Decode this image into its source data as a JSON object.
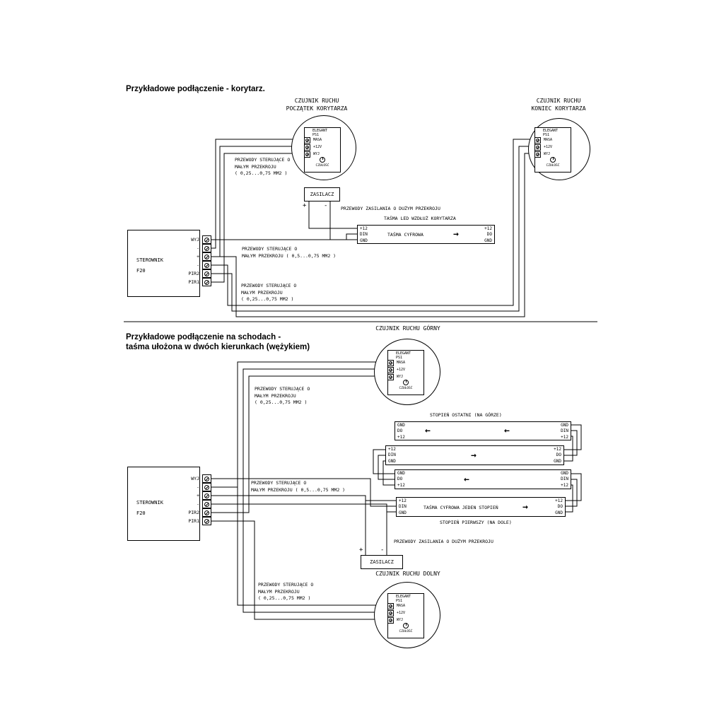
{
  "page": {
    "background": "#ffffff",
    "ink": "#000000"
  },
  "section_top": {
    "title": "Przykładowe podłączenie - korytarz.",
    "sensor_start": {
      "line1": "CZUJNIK RUCHU",
      "line2": "POCZĄTEK KORYTARZA"
    },
    "sensor_end": {
      "line1": "CZUJNIK RUCHU",
      "line2": "KONIEC KORYTARZA"
    },
    "note_small_1": {
      "line1": "PRZEWODY STERUJĄCE O",
      "line2": "MAŁYM PRZEKROJU",
      "line3": "( 0,25...0,75 MM2 )"
    },
    "note_small_2": {
      "line1": "PRZEWODY STERUJĄCE O",
      "line2": "MAŁYM PRZEKROJU ( 0,5...0,75 MM2 )"
    },
    "note_small_3": {
      "line1": "PRZEWODY STERUJĄCE O",
      "line2": "MAŁYM PRZEKROJU",
      "line3": "( 0,25...0,75 MM2 )"
    },
    "note_power": "PRZEWODY ZASILANIA O DUŻYM PRZEKROJU",
    "strip_caption": "TAŚMA LED WZDŁUŻ KORYTARZA",
    "strip": {
      "left": [
        "+12",
        "DIN",
        "GND"
      ],
      "label": "TAŚMA CYFROWA",
      "arrow": "→",
      "right": [
        "+12",
        "DO",
        "GND"
      ]
    }
  },
  "section_bottom": {
    "title_line1": "Przykładowe podłączenie na schodach -",
    "title_line2": "taśma ułożona w dwóch kierunkach (wężykiem)",
    "sensor_upper": "CZUJNIK RUCHU GÓRNY",
    "sensor_lower": "CZUJNIK RUCHU DOLNY",
    "step_last": "STOPIEŃ OSTATNI (NA GÓRZE)",
    "step_first": "STOPIEŃ PIERWSZY (NA DOLE)",
    "note_small_upper": {
      "line1": "PRZEWODY STERUJĄCE O",
      "line2": "MAŁYM PRZEKROJU",
      "line3": "( 0,25...0,75 MM2 )"
    },
    "note_small_mid": {
      "line1": "PRZEWODY STERUJĄCE O",
      "line2": "MAŁYM PRZEKROJU ( 0,5...0,75 MM2 )"
    },
    "note_small_lower": {
      "line1": "PRZEWODY STERUJĄCE O",
      "line2": "MAŁYM PRZEKROJU",
      "line3": "( 0,25...0,75 MM2 )"
    },
    "note_power": "PRZEWODY ZASILANIA O DUŻYM PRZEKROJU",
    "strips": {
      "segA": {
        "left": [
          "GND",
          "DO",
          "+12"
        ],
        "arrow1": "←",
        "arrow2": "←",
        "right": [
          "GND",
          "DIN",
          "+12"
        ]
      },
      "segB": {
        "left": [
          "+12",
          "DIN",
          "GND"
        ],
        "arrow": "→",
        "right": [
          "+12",
          "DO",
          "GND"
        ]
      },
      "segC": {
        "left": [
          "GND",
          "DO",
          "+12"
        ],
        "arrow": "←",
        "right": [
          "GND",
          "DIN",
          "+12"
        ]
      },
      "segD": {
        "left": [
          "+12",
          "DIN",
          "GND"
        ],
        "label": "TAŚMA CYFROWA JEDEN STOPIEŃ",
        "arrow": "→",
        "right": [
          "+12",
          "DO",
          "GND"
        ]
      }
    }
  },
  "controller": {
    "name": "STEROWNIK",
    "model": "F20",
    "terminals": [
      "WYJ",
      "-",
      "+",
      "-",
      "PIR2",
      "PIR1"
    ]
  },
  "power_supply": {
    "label": "ZASILACZ",
    "plus": "+",
    "minus": "-"
  },
  "sensor_module": {
    "brand_line1": "ELEGANT",
    "brand_line2": "PS1",
    "terminals": [
      "MASA",
      "+12V",
      "WYJ"
    ],
    "pot_label": "CZUŁOŚĆ"
  }
}
